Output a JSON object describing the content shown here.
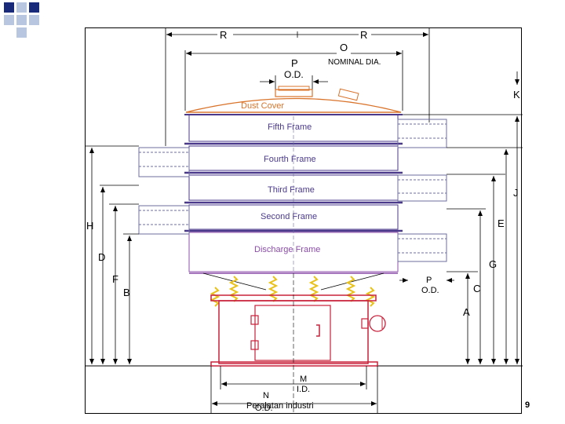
{
  "dimensions": {
    "R_left": "R",
    "R_right": "R",
    "O": "O",
    "P_top": "P",
    "OD_top": "O.D.",
    "nominal": "NOMINAL DIA.",
    "K": "K",
    "J": "J",
    "E": "E",
    "G": "G",
    "C": "C",
    "A": "A",
    "H": "H",
    "D": "D",
    "F": "F",
    "B": "B",
    "P_right": "P",
    "OD_right": "O.D.",
    "M": "M",
    "ID": "I.D.",
    "N": "N",
    "OD_bottom": "O.D."
  },
  "frames": {
    "dust_cover": "Dust Cover",
    "fifth": "Fifth Frame",
    "fourth": "Fourth Frame",
    "third": "Third Frame",
    "second": "Second Frame",
    "discharge": "Discharge Frame"
  },
  "colors": {
    "dust_cover": "#d9732a",
    "frame_outline": "#4b3a8c",
    "discharge": "#8b4ca8",
    "base": "#c8203a",
    "springs": "#e8c21a",
    "navy_square": "#1a2a7a",
    "light_square": "#b8c6e0"
  },
  "footer": {
    "text": "Peralatan industri",
    "page": "9"
  }
}
